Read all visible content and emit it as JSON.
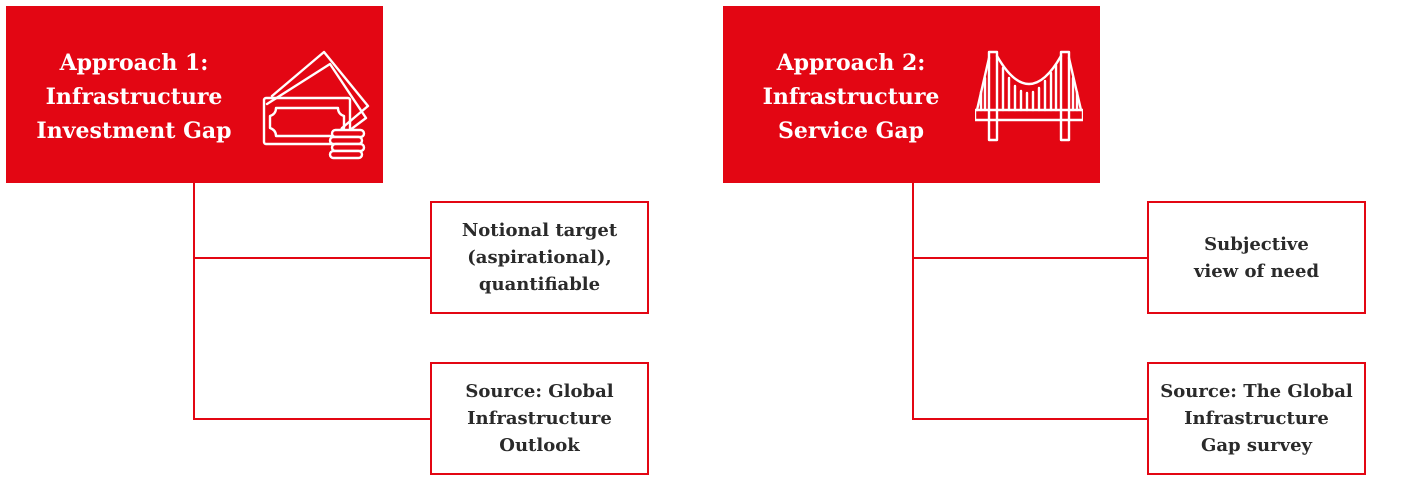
{
  "colors": {
    "accent": "#e30613",
    "text": "#2a2a2a",
    "background": "#ffffff"
  },
  "approaches": [
    {
      "title": "Approach 1:\nInfrastructure\nInvestment Gap",
      "icon": "money-stack-icon",
      "boxes": [
        "Notional target\n(aspirational),\nquantifiable",
        "Source: Global\nInfrastructure\nOutlook"
      ]
    },
    {
      "title": "Approach 2:\nInfrastructure\nService Gap",
      "icon": "bridge-icon",
      "boxes": [
        "Subjective\nview of need",
        "Source: The Global\nInfrastructure\nGap survey"
      ]
    }
  ]
}
